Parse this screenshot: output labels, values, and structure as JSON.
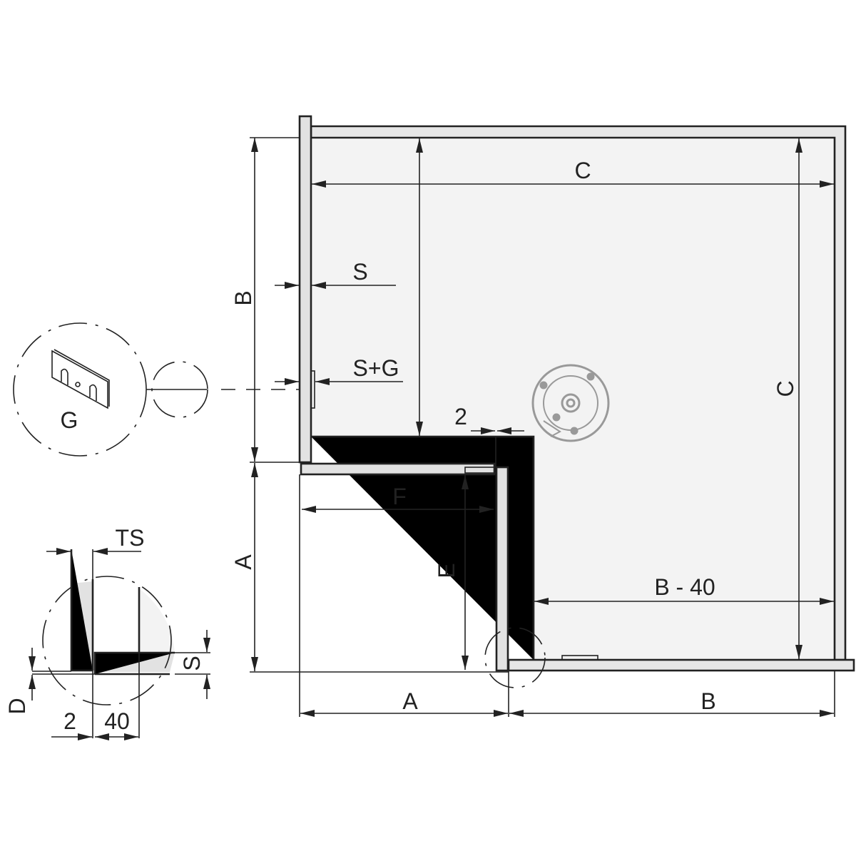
{
  "labels": {
    "c_top": "C",
    "c_right": "C",
    "b_left": "B",
    "a_left": "A",
    "s": "S",
    "s_plus_g": "S+G",
    "g": "G",
    "gap_2": "2",
    "f": "F",
    "e": "E",
    "b_minus_40": "B - 40",
    "a_bottom": "A",
    "b_bottom": "B",
    "detail_ts": "TS",
    "detail_s": "S",
    "detail_d": "D",
    "detail_2": "2",
    "detail_40": "40"
  },
  "colors": {
    "panel": "#e2e2e2",
    "interior": "#f3f3f3",
    "line": "#222222"
  }
}
